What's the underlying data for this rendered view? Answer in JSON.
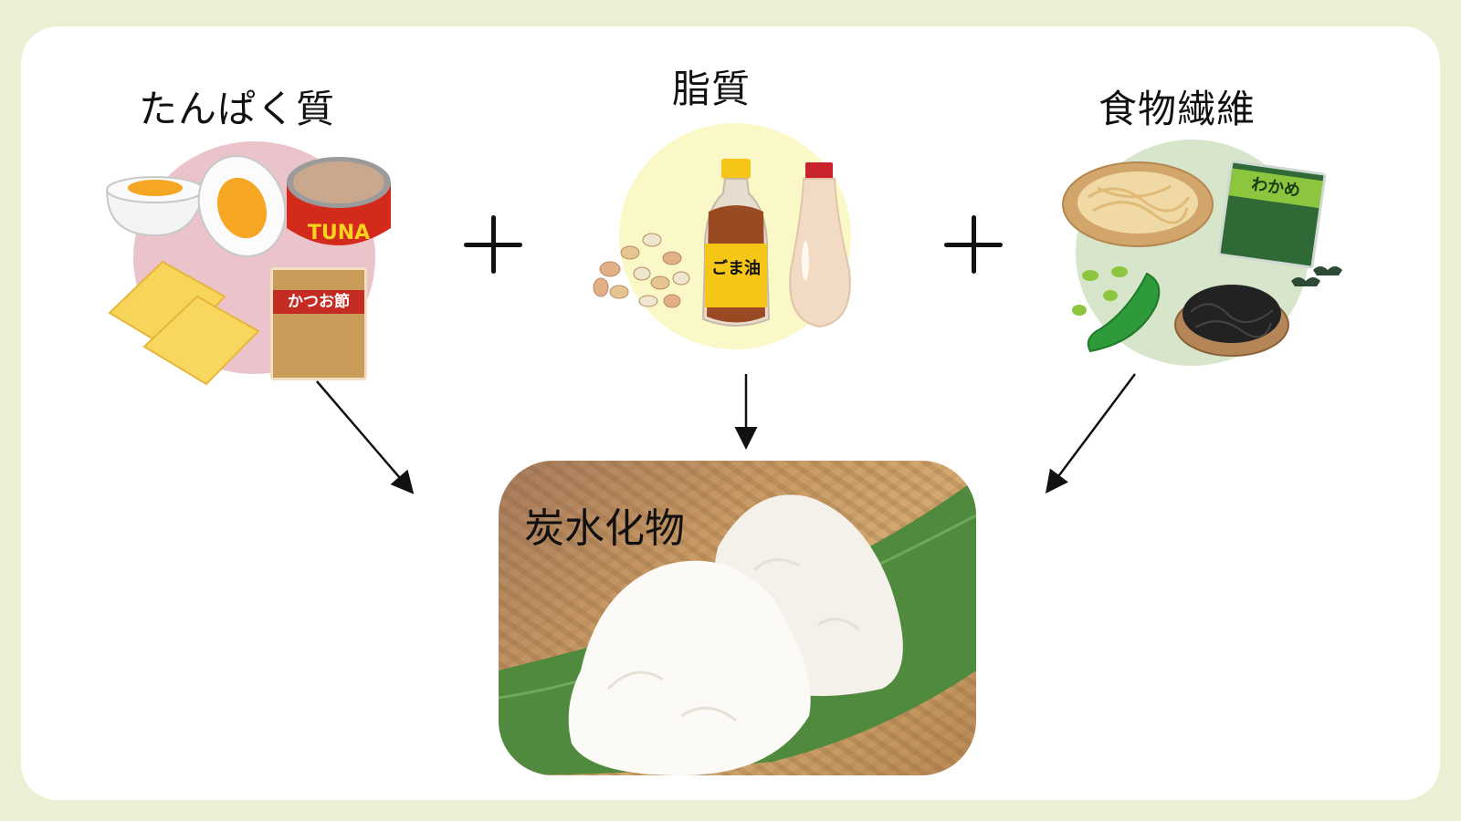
{
  "diagram": {
    "background_color": "#ebf0d5",
    "card_color": "#ffffff",
    "groups": [
      {
        "id": "protein",
        "label": "たんぱく質",
        "blob_color": "#eac3cb",
        "items": [
          "boiled-egg",
          "tuna-can",
          "cheese-slices",
          "katsuobushi-pack"
        ],
        "item_texts": {
          "tuna_can": "TUNA",
          "katsuobushi_pack": "かつお節"
        }
      },
      {
        "id": "fat",
        "label": "脂質",
        "blob_color": "#fbf8c8",
        "items": [
          "peanuts",
          "sesame-oil-bottle",
          "mayonnaise-bottle"
        ],
        "item_texts": {
          "sesame_oil": "ごま油"
        }
      },
      {
        "id": "fiber",
        "label": "食物繊維",
        "blob_color": "#d7e6cb",
        "items": [
          "kiriboshi-daikon-basket",
          "wakame-pack",
          "edamame",
          "hijiki-plate"
        ],
        "item_texts": {
          "wakame_pack": "わかめ"
        }
      }
    ],
    "operators": [
      "+",
      "+"
    ],
    "target": {
      "id": "carbohydrate",
      "label": "炭水化物",
      "image": "onigiri-rice-balls-on-bamboo-leaf"
    },
    "arrows": [
      {
        "from": "protein",
        "to": "carbohydrate"
      },
      {
        "from": "fat",
        "to": "carbohydrate"
      },
      {
        "from": "fiber",
        "to": "carbohydrate"
      }
    ]
  }
}
